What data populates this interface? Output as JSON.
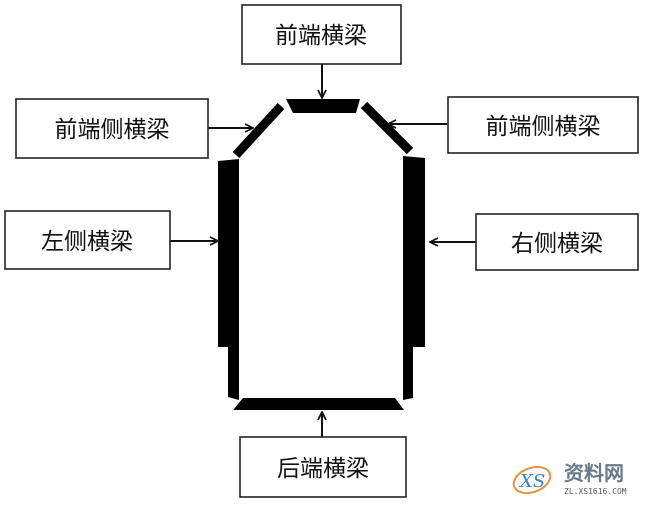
{
  "labels": {
    "front_beam": "前端横梁",
    "front_side_beam_left": "前端侧横梁",
    "front_side_beam_right": "前端侧横梁",
    "left_side_beam": "左侧横梁",
    "right_side_beam": "右侧横梁",
    "rear_beam": "后端横梁"
  },
  "watermark": {
    "logo": "XS",
    "title": "资料网",
    "url": "ZL.XS1616.COM"
  }
}
